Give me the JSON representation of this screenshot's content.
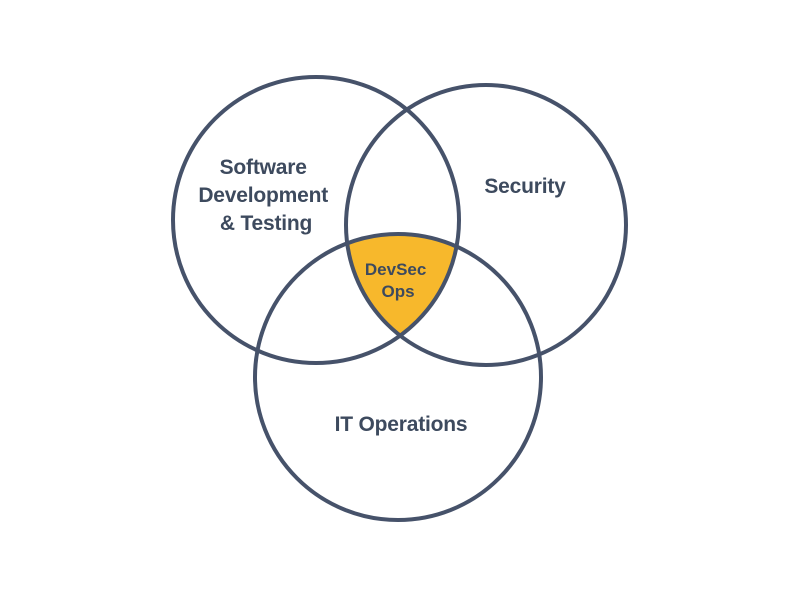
{
  "diagram": {
    "type": "venn",
    "colors": {
      "outline": "#46526a",
      "text": "#3d4a5e",
      "highlight": "#f7b82c",
      "background": "#ffffff"
    },
    "sets": [
      {
        "name": "software",
        "lines": [
          "Software",
          "Development",
          "& Testing"
        ]
      },
      {
        "name": "security",
        "lines": [
          "Security"
        ]
      },
      {
        "name": "operations",
        "lines": [
          "IT Operations"
        ]
      }
    ],
    "intersection": {
      "lines": [
        "DevSec",
        "Ops"
      ]
    }
  }
}
